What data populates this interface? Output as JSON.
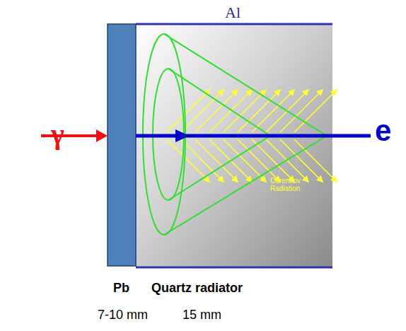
{
  "diagram": {
    "labels": [
      "Al",
      "γ",
      "e",
      "Cerenkov Radiation",
      "Pb",
      "Quartz radiator",
      "7-10 mm",
      "15 mm"
    ]
  }
}
